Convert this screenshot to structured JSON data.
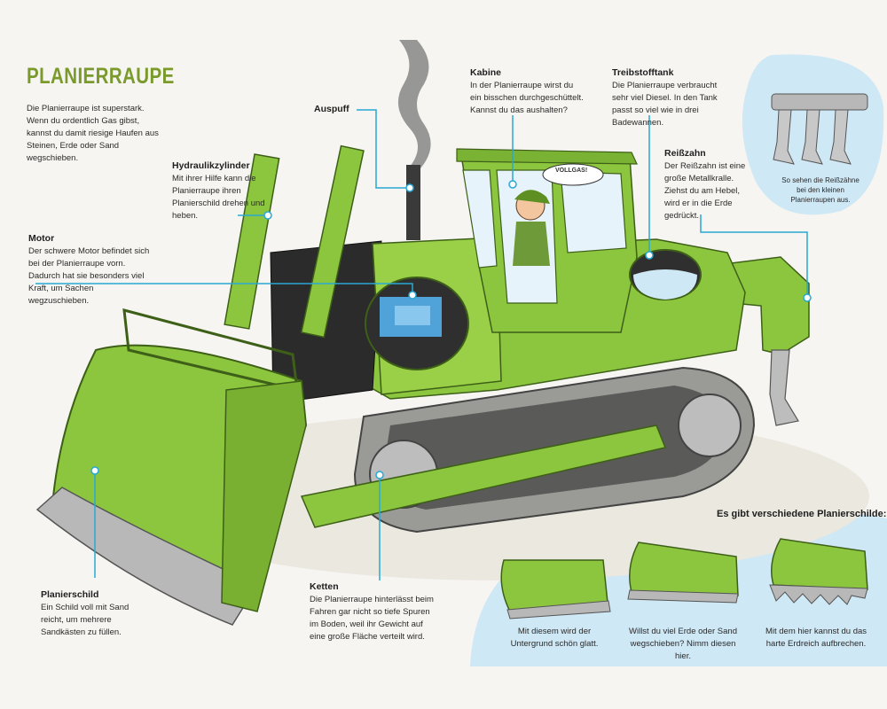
{
  "title": "PLANIERRAUPE",
  "intro": "Die Planierraupe ist superstark. Wenn du ordentlich Gas gibst, kannst du damit riesige Haufen aus Steinen, Erde oder Sand wegschieben.",
  "speech": "VOLLGAS!",
  "labels": {
    "auspuff": {
      "title": "Auspuff"
    },
    "kabine": {
      "title": "Kabine",
      "text": "In der Planierraupe wirst du ein bisschen durchgeschüttelt. Kannst du das aushalten?"
    },
    "treibstofftank": {
      "title": "Treibstofftank",
      "text": "Die Planierraupe verbraucht sehr viel Diesel. In den Tank passt so viel wie in drei Badewannen."
    },
    "hydraulik": {
      "title": "Hydraulikzylinder",
      "text": "Mit ihrer Hilfe kann die Planierraupe ihren Planierschild drehen und heben."
    },
    "reisszahn": {
      "title": "Reißzahn",
      "text": "Der Reißzahn ist eine große Metallkralle. Ziehst du am Hebel, wird er in die Erde gedrückt."
    },
    "motor": {
      "title": "Motor",
      "text": "Der schwere Motor befindet sich bei der Planierraupe vorn. Dadurch hat sie besonders viel Kraft, um Sachen wegzuschieben."
    },
    "ketten": {
      "title": "Ketten",
      "text": "Die Planierraupe hinterlässt beim Fahren gar nicht so tiefe Spuren im Boden, weil ihr Gewicht auf eine große Fläche verteilt wird."
    },
    "planierschild": {
      "title": "Planierschild",
      "text": "Ein Schild voll mit Sand reicht, um mehrere Sandkästen zu füllen."
    }
  },
  "ripper_caption": "So sehen die Reißzähne bei den kleinen Planierraupen aus.",
  "blades": {
    "heading": "Es gibt verschiedene Planierschilde:",
    "items": [
      {
        "text": "Mit diesem wird der Untergrund schön glatt."
      },
      {
        "text": "Willst du viel Erde oder Sand wegschieben? Nimm diesen hier."
      },
      {
        "text": "Mit dem hier kannst du das harte Erdreich aufbrechen."
      }
    ]
  },
  "colors": {
    "green": "#8cc63f",
    "green_dark": "#5e8f23",
    "green_light": "#a8d85a",
    "title_green": "#7a9a2c",
    "accent_blue": "#29a8d4",
    "sky_blue": "#cfe8f5",
    "track": "#9a9a96"
  }
}
